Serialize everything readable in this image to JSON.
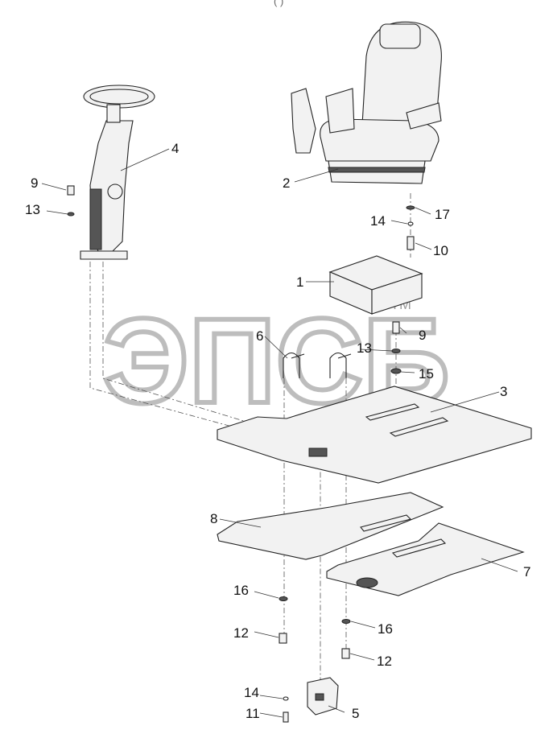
{
  "header_fragment": "(              )",
  "watermark": {
    "text": "ЭПСБ",
    "tm": "TM"
  },
  "callouts": {
    "c1": "1",
    "c2": "2",
    "c3": "3",
    "c4": "4",
    "c5": "5",
    "c6": "6",
    "c7": "7",
    "c8": "8",
    "c9a": "9",
    "c9b": "9",
    "c10": "10",
    "c11": "11",
    "c12a": "12",
    "c12b": "12",
    "c13a": "13",
    "c13b": "13",
    "c14a": "14",
    "c14b": "14",
    "c15": "15",
    "c16a": "16",
    "c16b": "16",
    "c17": "17"
  }
}
